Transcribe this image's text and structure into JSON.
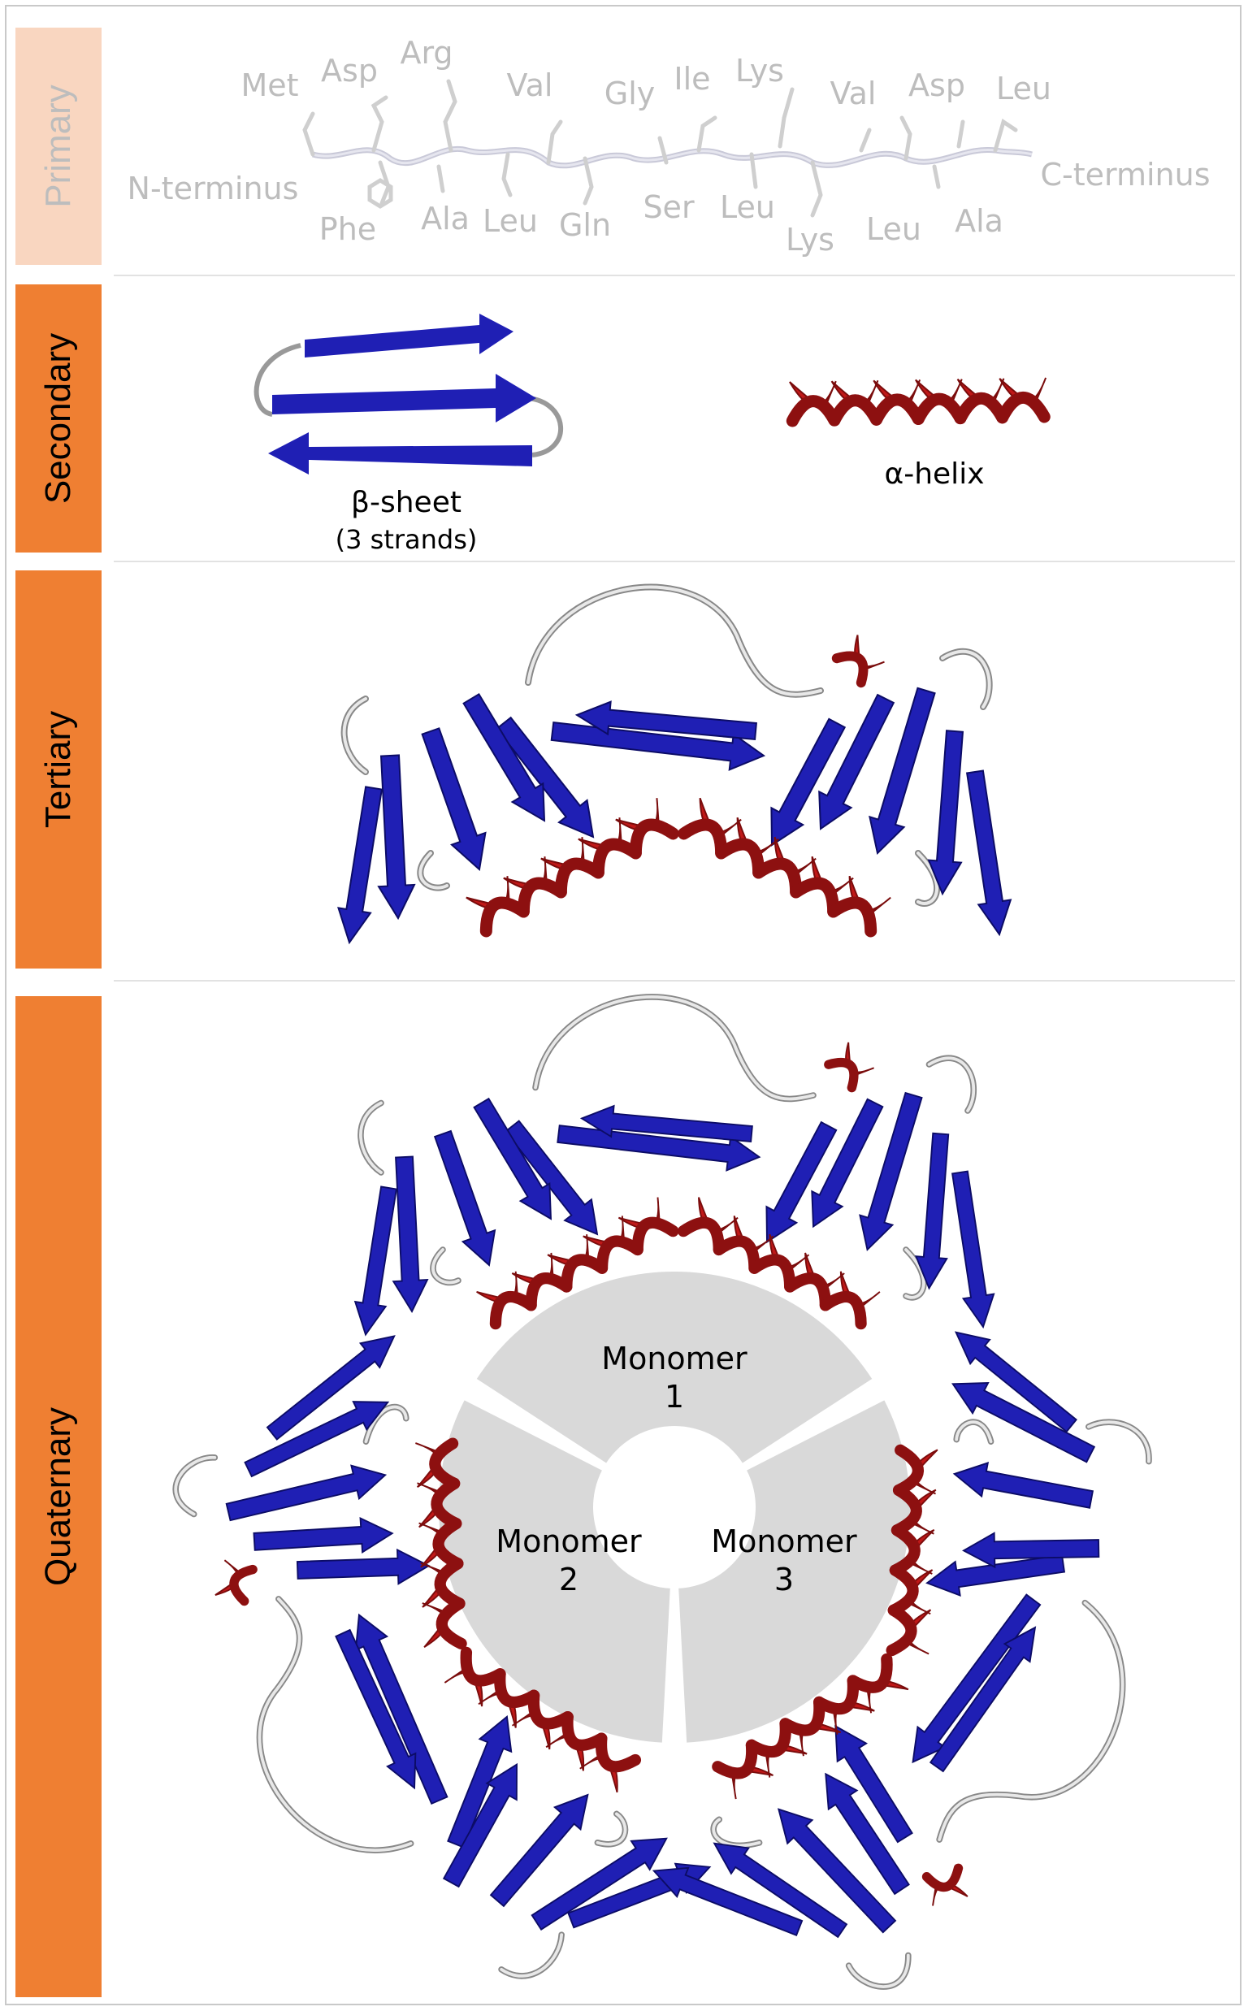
{
  "levels": {
    "primary": "Primary",
    "secondary": "Secondary",
    "tertiary": "Tertiary",
    "quaternary": "Quaternary"
  },
  "primary": {
    "residues_top": [
      "Met",
      "Asp",
      "Arg",
      "Val",
      "Gly",
      "Ile",
      "Lys",
      "Val",
      "Asp",
      "Leu"
    ],
    "residues_bottom": [
      "Phe",
      "Ala",
      "Leu",
      "Gln",
      "Ser",
      "Leu",
      "Lys",
      "Leu",
      "Ala"
    ],
    "n_terminus": "N-terminus",
    "c_terminus": "C-terminus"
  },
  "secondary": {
    "sheet_label": "β-sheet",
    "sheet_sub": "(3 strands)",
    "helix_label": "α-helix"
  },
  "quaternary": {
    "monomer1_line1": "Monomer",
    "monomer1_line2": "1",
    "monomer2_line1": "Monomer",
    "monomer2_line2": "2",
    "monomer3_line1": "Monomer",
    "monomer3_line2": "3"
  },
  "colors": {
    "tab_active": "#ef7f32",
    "tab_faded": "#f9d6c0",
    "strand": "#1f1fb4",
    "helix": "#c01818",
    "loop": "#bdbdbd",
    "ring": "#d9d9d9"
  }
}
